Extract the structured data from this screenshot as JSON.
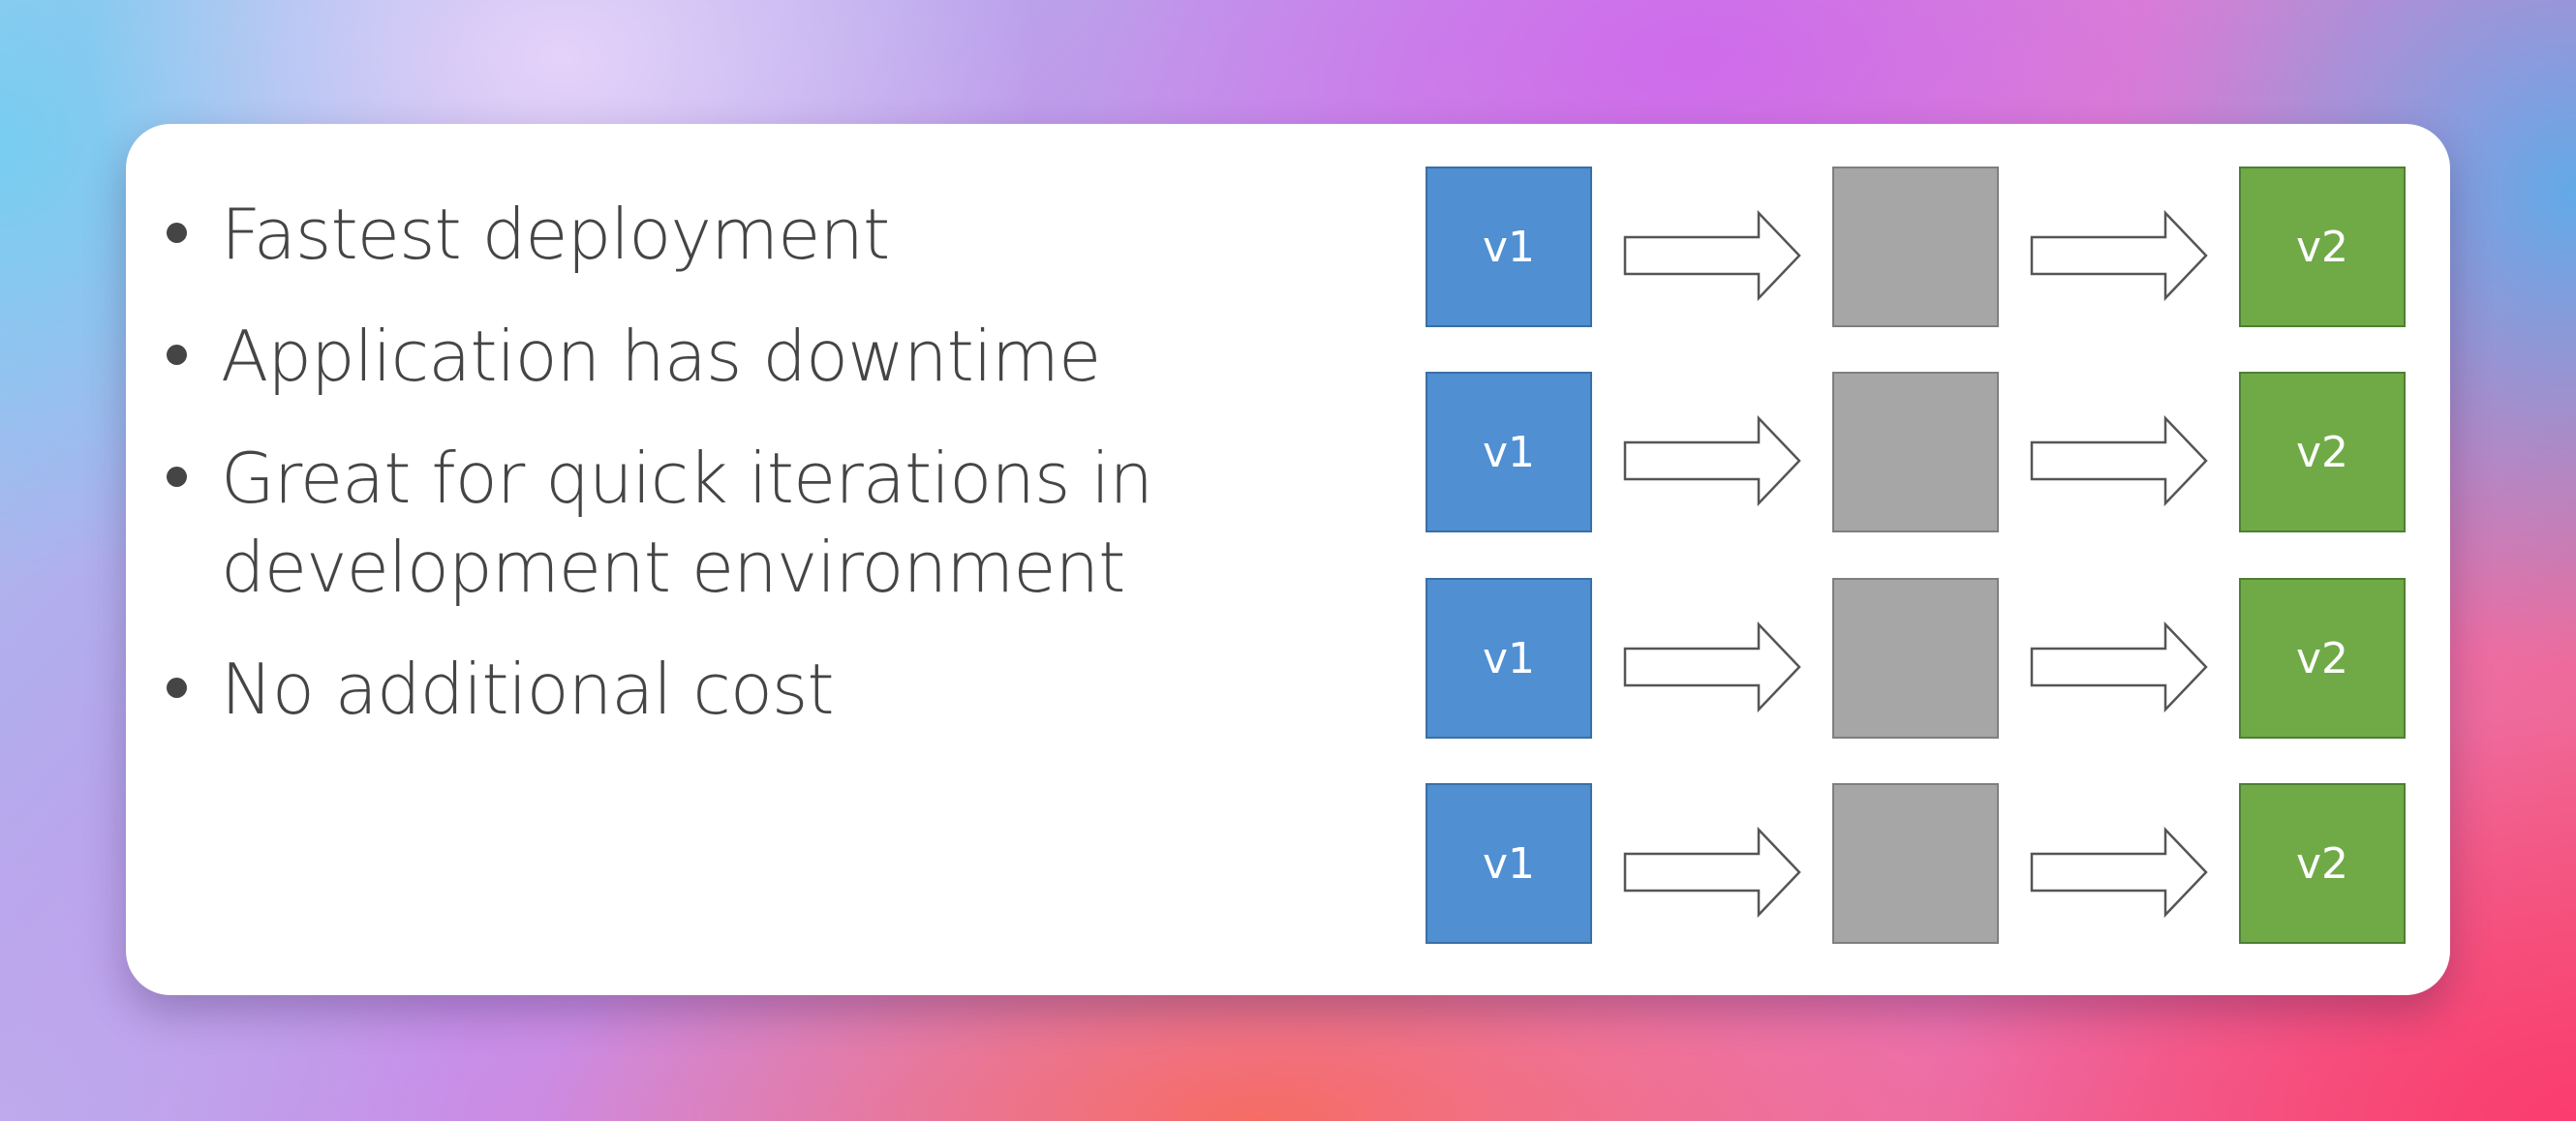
{
  "slide": {
    "bullets": [
      {
        "lines": [
          "Fastest deployment"
        ]
      },
      {
        "lines": [
          "Application has downtime"
        ]
      },
      {
        "lines": [
          "Great for quick iterations in",
          "development environment"
        ]
      },
      {
        "lines": [
          "No additional cost"
        ]
      }
    ]
  },
  "diagram": {
    "rows": [
      {
        "from_label": "v1",
        "mid_label": "",
        "to_label": "v2"
      },
      {
        "from_label": "v1",
        "mid_label": "",
        "to_label": "v2"
      },
      {
        "from_label": "v1",
        "mid_label": "",
        "to_label": "v2"
      },
      {
        "from_label": "v1",
        "mid_label": "",
        "to_label": "v2"
      }
    ],
    "colors": {
      "v1_box": "#4f8fd2",
      "intermediate_box": "#a6a6a6",
      "v2_box": "#6faa47",
      "arrow_outline": "#555555",
      "arrow_fill": "#ffffff"
    },
    "arrow_icon": "right-block-arrow-icon"
  }
}
